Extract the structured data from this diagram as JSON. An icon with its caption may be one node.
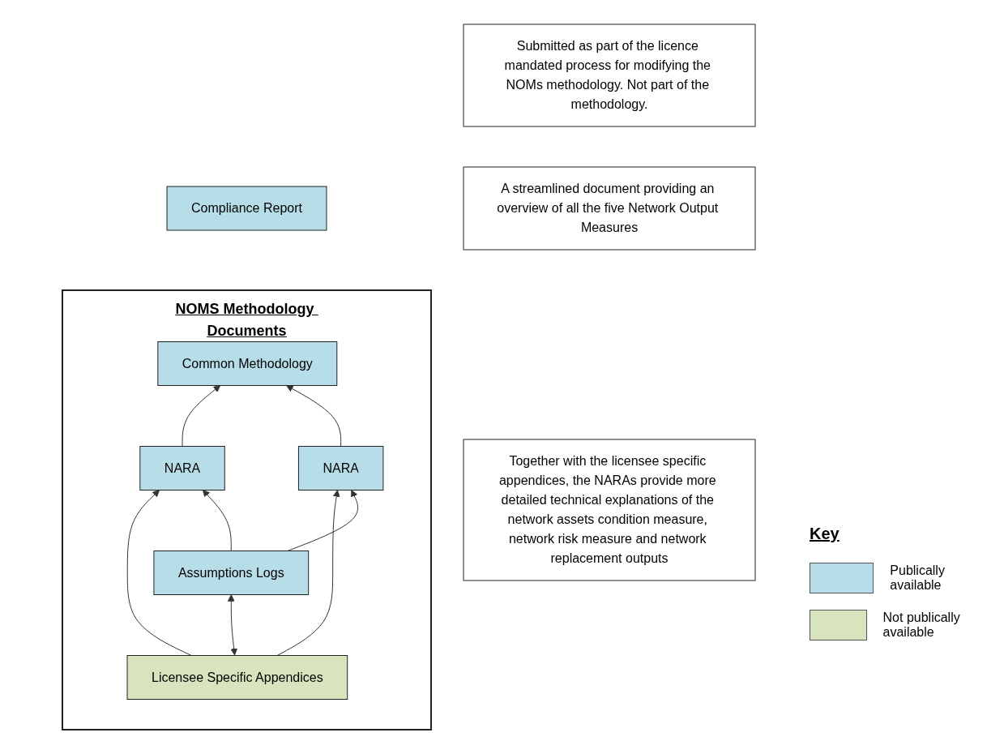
{
  "diagram": {
    "nodes": [
      {
        "text": [
          "Compliance Report"
        ]
      },
      {
        "text": [
          "Submitted as part of the licence mandated process for modifying the NOMs methodology. Not part of the methodology."
        ]
      },
      {
        "text": [
          "NOMS Methodology Documents"
        ]
      },
      {
        "text": [
          "Common Methodology"
        ],
        "in": 2
      },
      {
        "text": [
          "A streamlined document providing an overview of all the five Network Output Measures"
        ]
      },
      {
        "text": [
          "NARA"
        ],
        "in": 2
      },
      {
        "text": [
          "NARA"
        ],
        "in": 2
      },
      {
        "text": [
          "Together with the licensee specific appendices, the NARAs provide more detailed technical explanations of the network assets condition measure, network risk measure and network replacement outputs"
        ]
      },
      {
        "text": [
          "Licensee Specific Appendices"
        ],
        "in": 2
      },
      {
        "text": [
          "Assumptions Logs"
        ],
        "in": 2
      }
    ],
    "edges": [
      {
        "from": 5,
        "to": 3,
        "arrow": "to"
      },
      {
        "from": 6,
        "to": 3,
        "arrow": "to"
      },
      {
        "from": 8,
        "to": 5,
        "arrow": "to"
      },
      {
        "from": 8,
        "to": 6,
        "arrow": "to"
      },
      {
        "from": 9,
        "to": 5,
        "arrow": "to"
      },
      {
        "from": 9,
        "to": 6,
        "arrow": "to"
      },
      {
        "from": 8,
        "to": 9,
        "arrow": "both"
      }
    ],
    "labels": [
      "Key"
    ],
    "legend": [
      {
        "text": "Publically available",
        "color": "#b7dde8"
      },
      {
        "text": "Not publically available",
        "color": "#d7e4bd"
      }
    ]
  }
}
